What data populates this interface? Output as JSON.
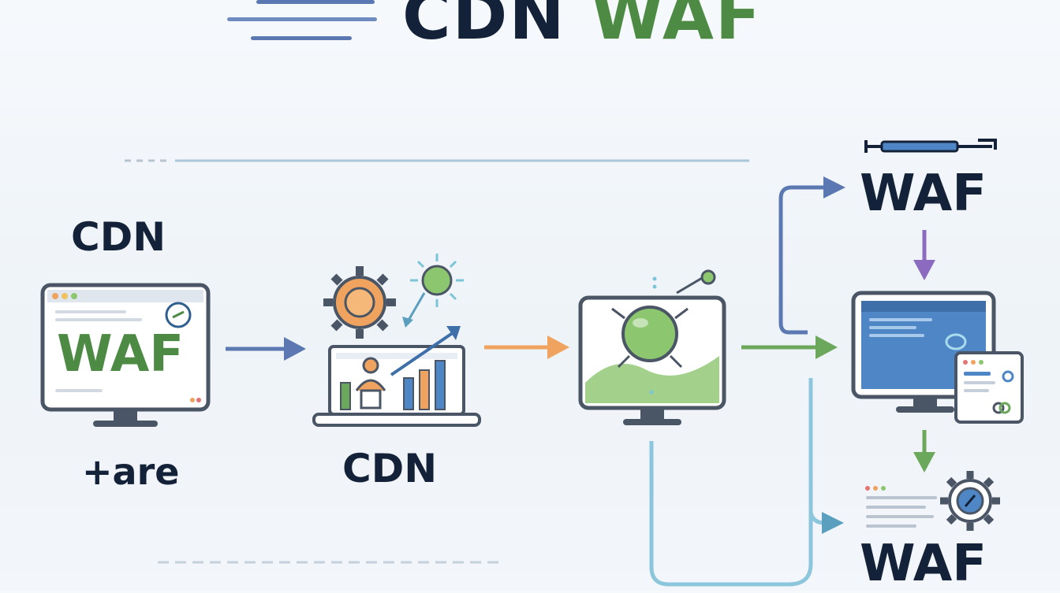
{
  "title": {
    "part1": "CDN",
    "part2": "WAF"
  },
  "left_column": {
    "top_label": "CDN",
    "monitor_text": "WAF",
    "bottom_label": "+are"
  },
  "middle_column": {
    "bottom_label": "CDN"
  },
  "right_column": {
    "top_label": "WAF",
    "bottom_label": "WAF"
  },
  "colors": {
    "dark_navy": "#132238",
    "green": "#4d8a43",
    "arrow_blue": "#5b78b2",
    "arrow_orange": "#f0a35e",
    "arrow_green": "#6ba85b",
    "arrow_purple": "#8a6bbf",
    "line_teal": "#8cc6dc"
  }
}
